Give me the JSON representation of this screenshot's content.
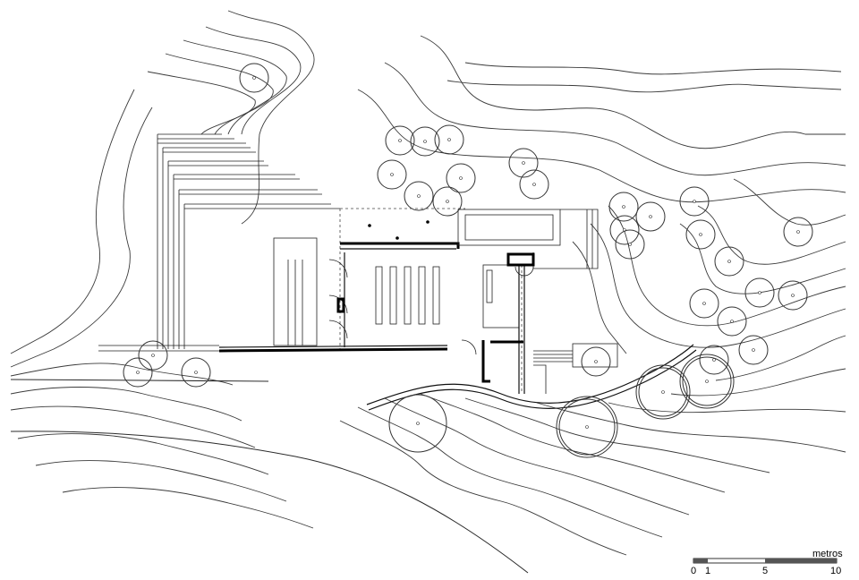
{
  "scale_bar": {
    "unit_label": "metros",
    "ticks": [
      "0",
      "1",
      "5",
      "10"
    ]
  },
  "colors": {
    "line": "#222222",
    "scale_dark": "#555555",
    "background": "#ffffff"
  }
}
